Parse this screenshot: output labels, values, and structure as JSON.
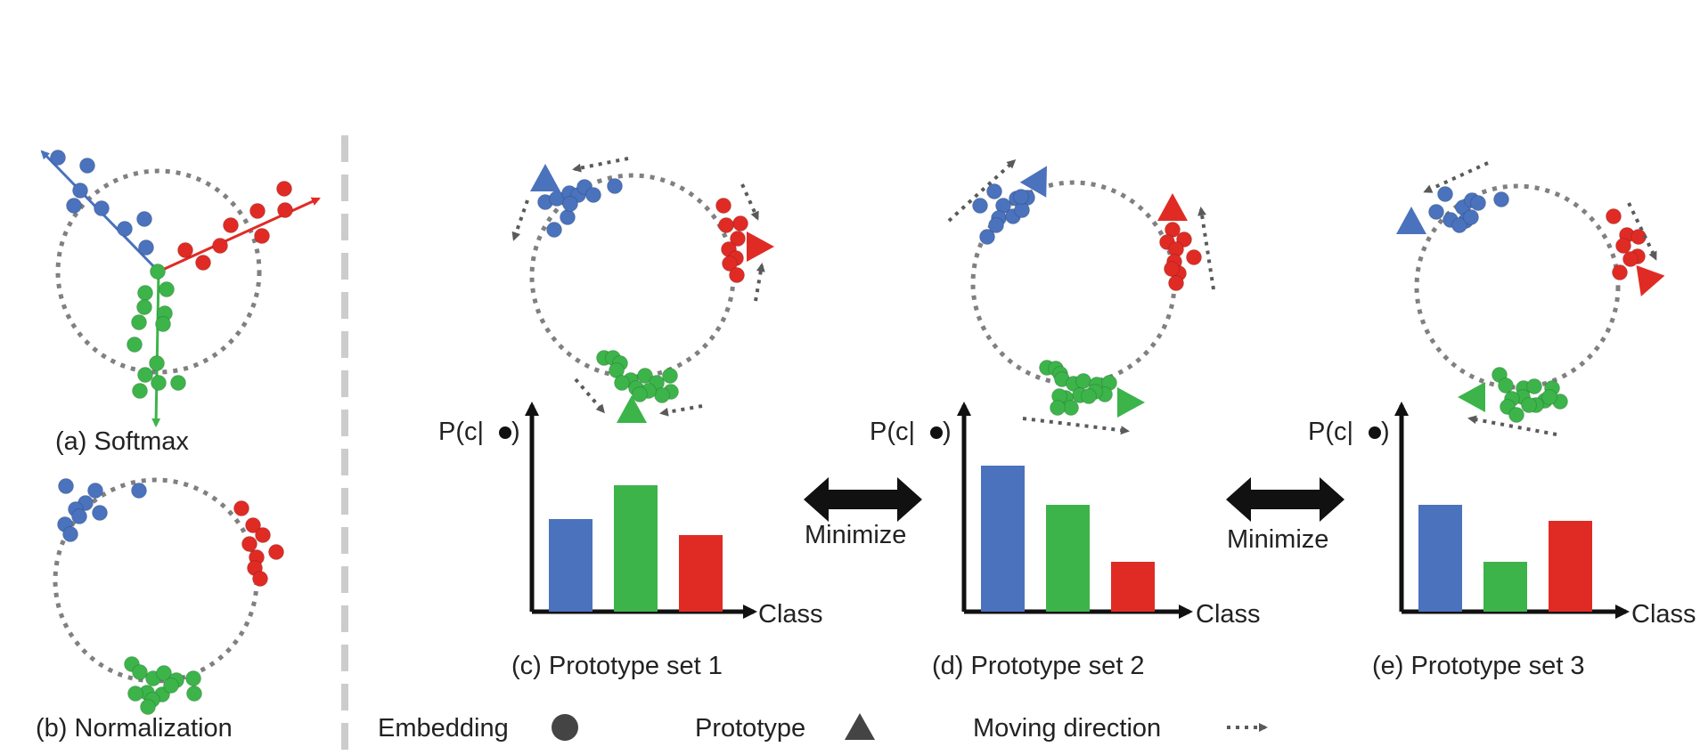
{
  "colors": {
    "blue": "#4a72bd",
    "red": "#e02b25",
    "green": "#3cb44a",
    "circle": "#808080",
    "axis": "#111111",
    "arrow": "#5a5a5a",
    "separator": "#cccccc"
  },
  "captions": {
    "softmax": "(a) Softmax",
    "normalization": "(b) Normalization",
    "set1": "(c) Prototype set 1",
    "set2": "(d) Prototype set 2",
    "set3": "(e) Prototype set 3"
  },
  "axis": {
    "ylabel": "P(c|",
    "xlabel": "Class"
  },
  "minimize_label": "Minimize",
  "legend": {
    "embedding": "Embedding",
    "prototype": "Prototype",
    "moving_direction": "Moving direction"
  },
  "chart_data": [
    {
      "type": "bar",
      "name": "Prototype set 1",
      "categories": [
        "blue",
        "green",
        "red"
      ],
      "values": [
        0.52,
        0.71,
        0.43
      ],
      "colors": [
        "#4a72bd",
        "#3cb44a",
        "#e02b25"
      ]
    },
    {
      "type": "bar",
      "name": "Prototype set 2",
      "categories": [
        "blue",
        "green",
        "red"
      ],
      "values": [
        0.82,
        0.6,
        0.28
      ],
      "colors": [
        "#4a72bd",
        "#3cb44a",
        "#e02b25"
      ]
    },
    {
      "type": "bar",
      "name": "Prototype set 3",
      "categories": [
        "blue",
        "green",
        "red"
      ],
      "values": [
        0.6,
        0.28,
        0.51
      ],
      "colors": [
        "#4a72bd",
        "#3cb44a",
        "#e02b25"
      ]
    }
  ]
}
